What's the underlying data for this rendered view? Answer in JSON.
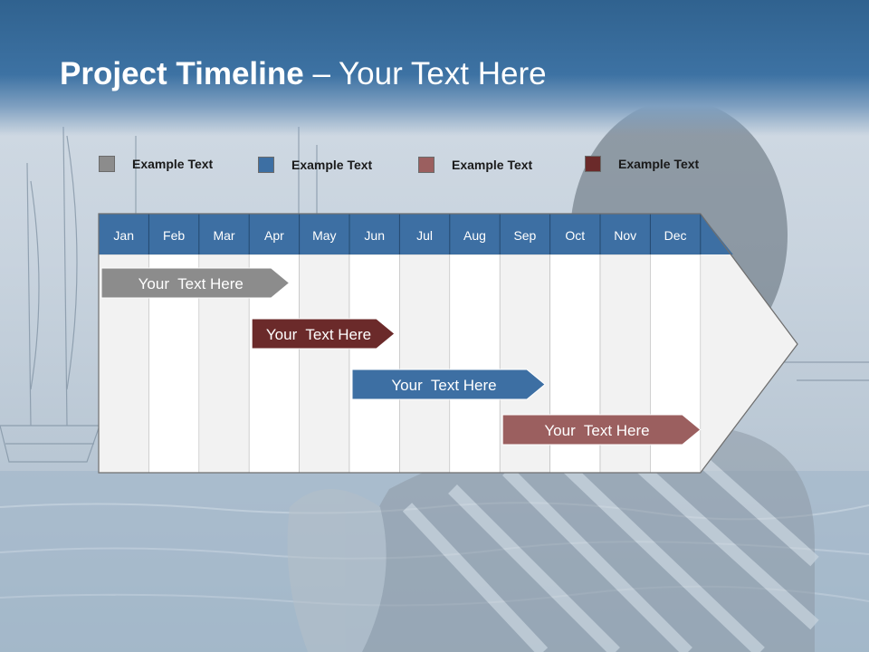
{
  "title": {
    "bold": "Project Timeline",
    "rest": " – Your Text Here"
  },
  "legend": [
    {
      "label": "Example Text",
      "color": "#8c8c8c"
    },
    {
      "label": "Example Text",
      "color": "#3d6fa3"
    },
    {
      "label": "Example Text",
      "color": "#9b5f5f"
    },
    {
      "label": "Example Text",
      "color": "#6b2a2a"
    }
  ],
  "timeline": {
    "months": [
      "Jan",
      "Feb",
      "Mar",
      "Apr",
      "May",
      "Jun",
      "Jul",
      "Aug",
      "Sep",
      "Oct",
      "Nov",
      "Dec"
    ],
    "header_color": "#3d6fa3",
    "tasks": [
      {
        "label": "Your  Text Here",
        "start": 0,
        "end": 3.8,
        "color": "#8c8c8c"
      },
      {
        "label": "Your  Text Here",
        "start": 3,
        "end": 5.9,
        "color": "#6b2a2a"
      },
      {
        "label": "Your  Text Here",
        "start": 5,
        "end": 8.9,
        "color": "#3d6fa3"
      },
      {
        "label": "Your  Text Here",
        "start": 8,
        "end": 12,
        "color": "#9b5f5f"
      }
    ]
  }
}
